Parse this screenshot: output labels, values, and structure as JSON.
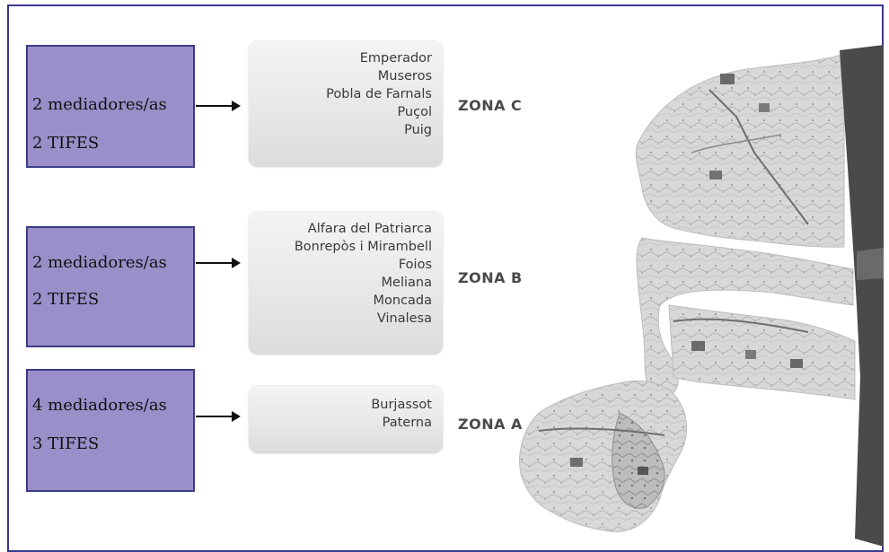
{
  "zones": [
    {
      "staff_line1": "2 mediadores/as",
      "staff_line2": "2 TIFES",
      "towns": [
        "Emperador",
        "Museros",
        "Pobla de Farnals",
        "Puçol",
        "Puig"
      ],
      "zone": "ZONA C"
    },
    {
      "staff_line1": "2 mediadores/as",
      "staff_line2": "2 TIFES",
      "towns": [
        "Alfara del Patriarca",
        "Bonrepòs i Mirambell",
        "Foios",
        "Meliana",
        "Moncada",
        "Vinalesa"
      ],
      "zone": "ZONA B"
    },
    {
      "staff_line1": "4 mediadores/as",
      "staff_line2": "3 TIFES",
      "towns": [
        "Burjassot",
        "Paterna"
      ],
      "zone": "ZONA A"
    }
  ]
}
